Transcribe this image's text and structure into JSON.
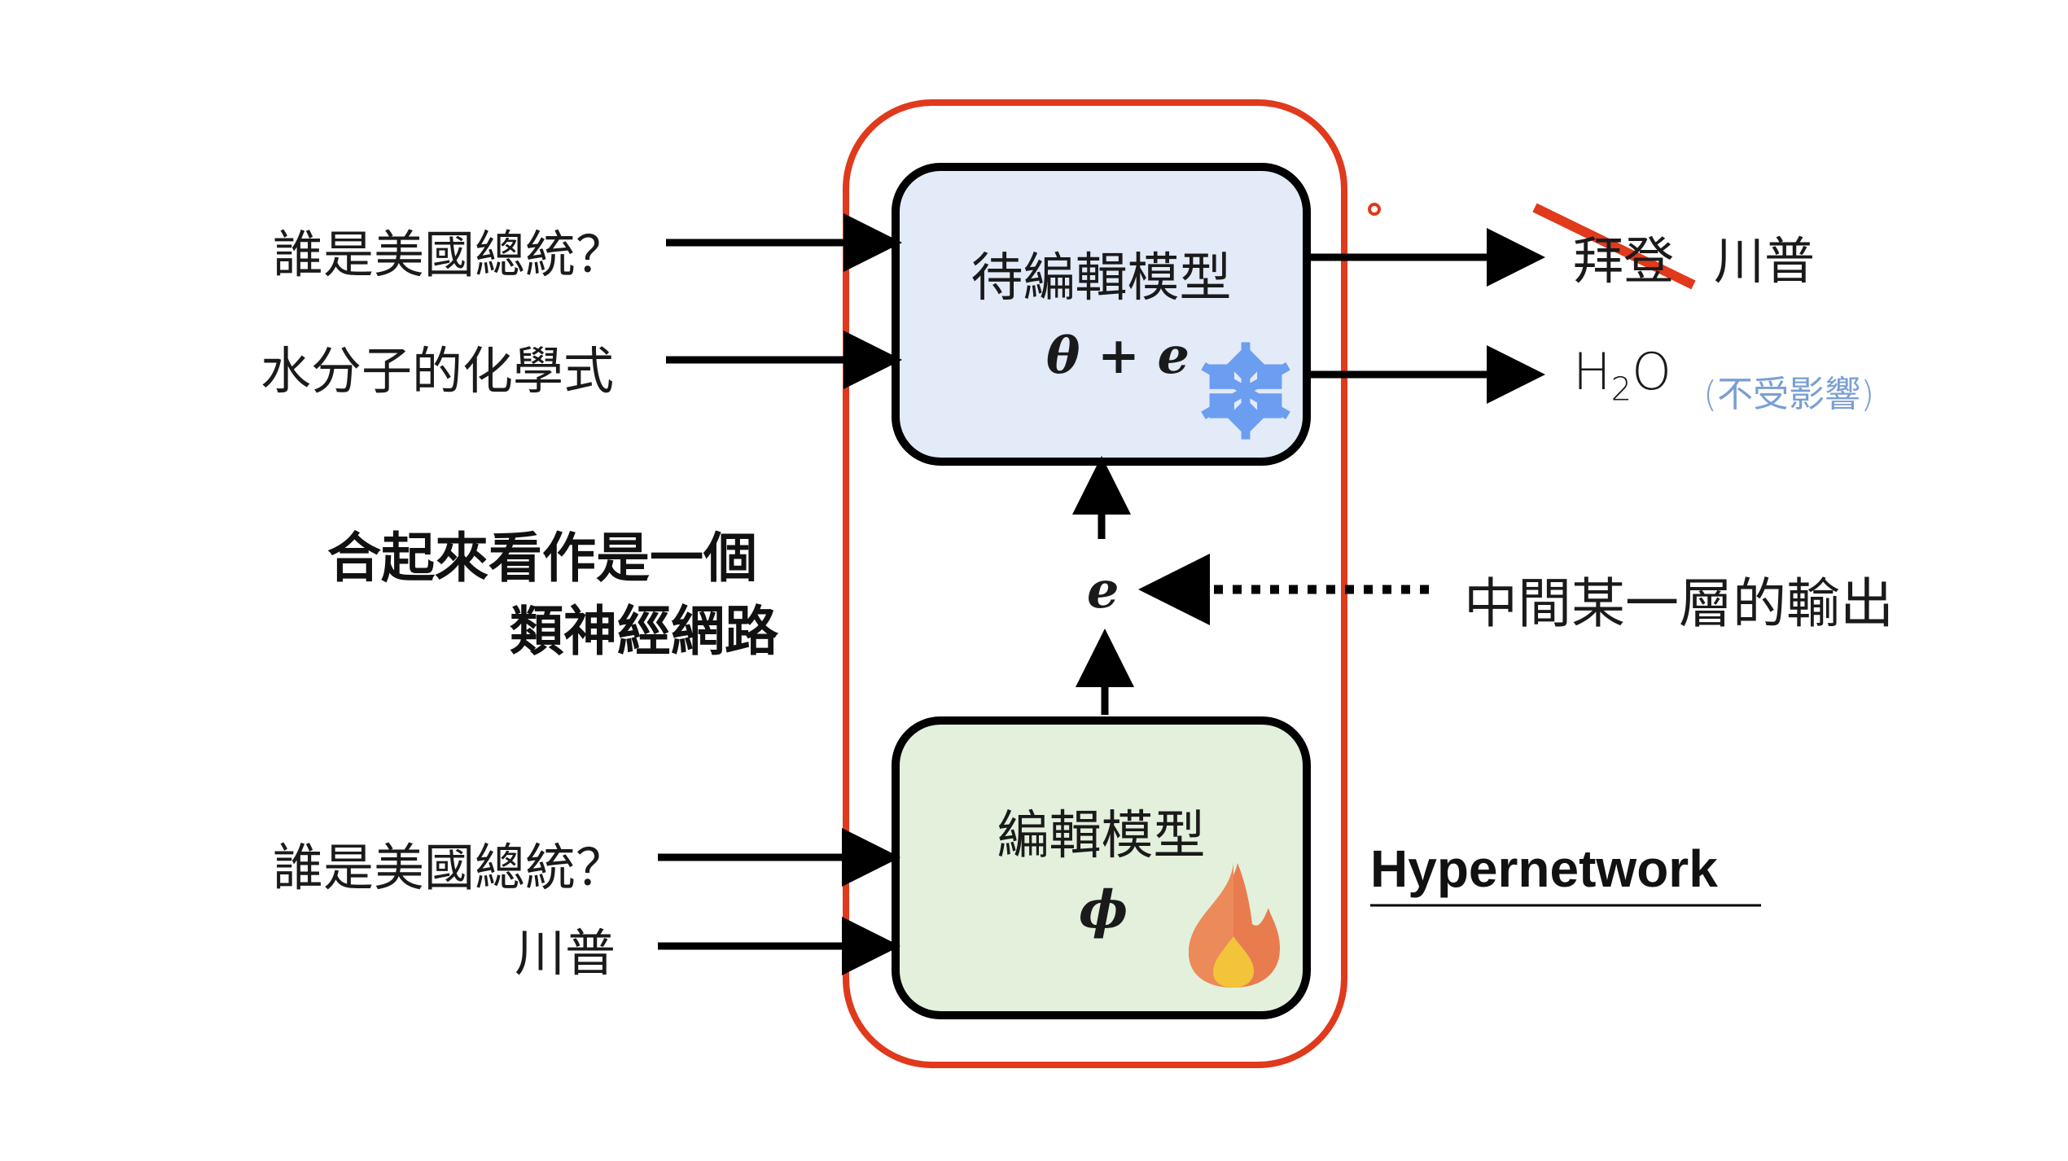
{
  "inputs_top": [
    "誰是美國總統？",
    "水分子的化學式"
  ],
  "inputs_bottom": [
    "誰是美國總統？",
    "川普"
  ],
  "target_model": {
    "title": "待編輯模型",
    "params": "θ + e",
    "icon": "snowflake-icon"
  },
  "editor_model": {
    "title": "編輯模型",
    "params": "ϕ",
    "icon": "fire-icon"
  },
  "intermediate": {
    "symbol": "e",
    "label": "中間某一層的輸出"
  },
  "outputs": {
    "first_old": "拜登",
    "first_new": "川普",
    "second_main": "H",
    "second_sub": "2",
    "second_tail": "O",
    "second_note": "(不受影響)"
  },
  "combined_note": [
    "合起來看作是一個",
    "類神經網路"
  ],
  "hypernetwork_label": "Hypernetwork",
  "colors": {
    "red_outline": "#e0391c",
    "target_fill": "#e3eaf8",
    "editor_fill": "#e3f0dc",
    "note_blue": "#7a9fd4"
  }
}
